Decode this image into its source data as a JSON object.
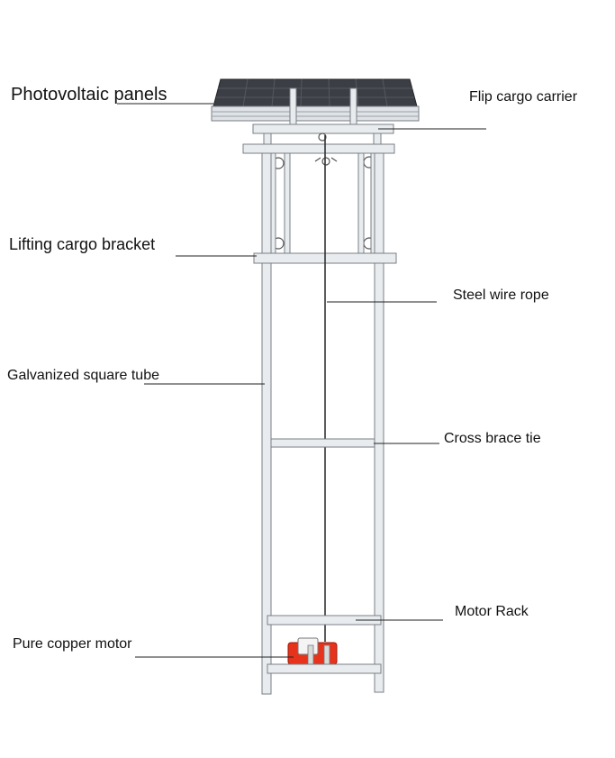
{
  "labels": {
    "photovoltaic_panels": "Photovoltaic panels",
    "flip_cargo_carrier": "Flip cargo carrier",
    "lifting_cargo_bracket": "Lifting cargo bracket",
    "steel_wire_rope": "Steel wire rope",
    "galvanized_square_tube": "Galvanized square tube",
    "cross_brace_tie": "Cross brace tie",
    "motor_rack": "Motor Rack",
    "pure_copper_motor": "Pure copper motor"
  },
  "colors": {
    "frame": "#e9ecef",
    "frame_stroke": "#7a7f86",
    "panel": "#3b3f45",
    "panel_cells": "#55595f",
    "motor_red": "#e8331c",
    "leader": "#222222"
  }
}
